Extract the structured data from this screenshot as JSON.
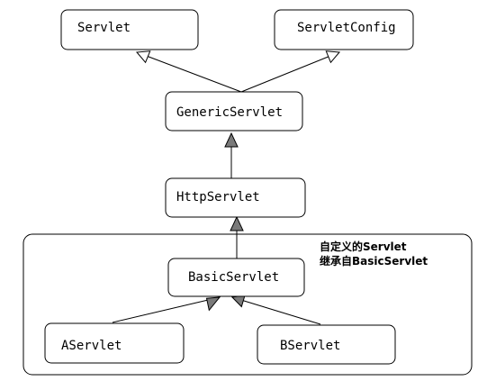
{
  "classes": {
    "servlet": "Servlet",
    "servlet_config": "ServletConfig",
    "generic_servlet": "GenericServlet",
    "http_servlet": "HttpServlet",
    "basic_servlet": "BasicServlet",
    "a_servlet": "AServlet",
    "b_servlet": "BServlet"
  },
  "group_note": {
    "line1": "自定义的Servlet",
    "line2": "继承自BasicServlet"
  }
}
